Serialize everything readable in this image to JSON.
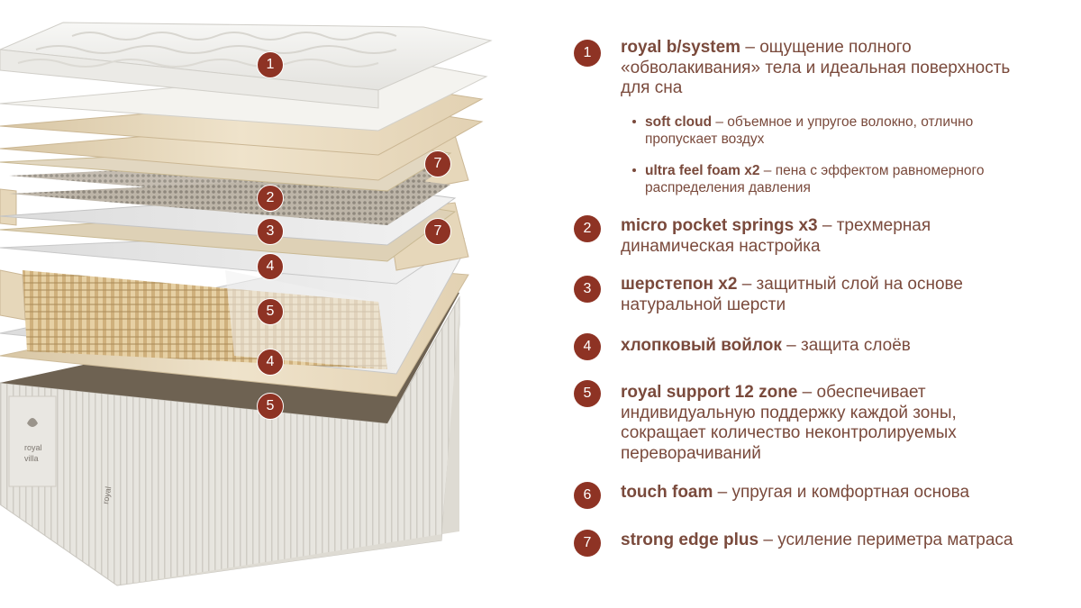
{
  "legend": {
    "items": [
      {
        "num": "1",
        "highlight": "royal b/system",
        "desc": " – ощущение полного «обволакивания» тела и идеальная поверхность для сна",
        "subitems": [
          {
            "highlight": "soft cloud",
            "desc": " – объемное и упругое волокно, отлично пропускает воздух"
          },
          {
            "highlight": "ultra feel foam x2",
            "desc": " – пена с эффектом равномерного распределения давления"
          }
        ]
      },
      {
        "num": "2",
        "highlight": "micro pocket springs x3",
        "desc": " – трехмерная динамическая настройка"
      },
      {
        "num": "3",
        "highlight": "шерстепон х2",
        "desc": " – защитный слой на основе натуральной шерсти"
      },
      {
        "num": "4",
        "highlight": "хлопковый войлок",
        "desc": " – защита слоёв"
      },
      {
        "num": "5",
        "highlight": "royal support 12 zone",
        "desc": " – обеспечивает индивидуальную поддержку каждой зоны, сокращает количество неконтролируемых переворачиваний"
      },
      {
        "num": "6",
        "highlight": "touch foam",
        "desc": " – упругая и комфортная основа"
      },
      {
        "num": "7",
        "highlight": "strong edge plus",
        "desc": " – усиление периметра матраса"
      }
    ]
  },
  "markers": [
    "1",
    "7",
    "2",
    "3",
    "7",
    "4",
    "5",
    "4",
    "5"
  ],
  "brand": {
    "line1": "royal",
    "line2": "villa",
    "side_logo": "royal"
  },
  "colors": {
    "accent": "#8e3324",
    "text": "#7a4a3c",
    "foam": "#e8d8bc",
    "fabric": "#ecebe6",
    "springs": "#d2b788"
  }
}
